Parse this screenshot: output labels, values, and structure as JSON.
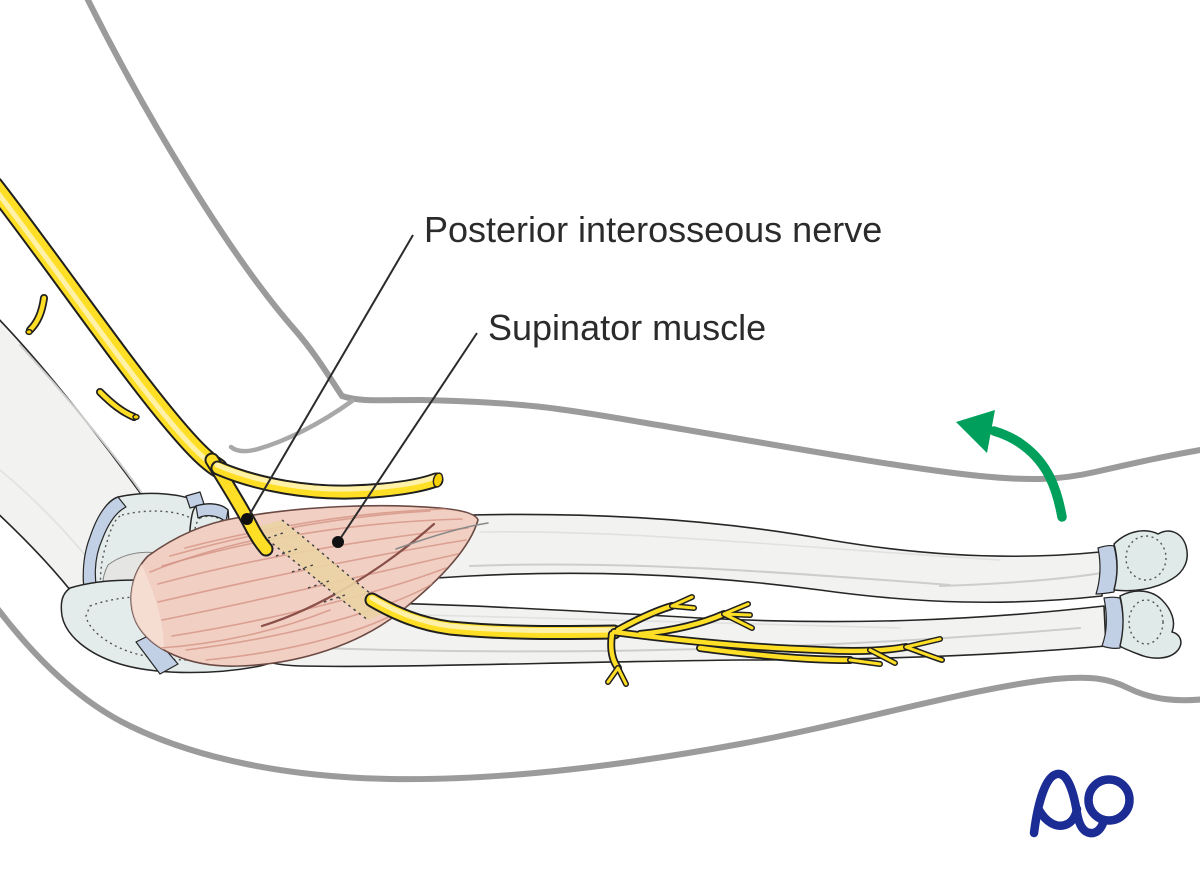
{
  "figure": {
    "type": "anatomical-illustration",
    "labels": {
      "nerve": "Posterior interosseous nerve",
      "muscle": "Supinator muscle"
    },
    "logo_text": "AO",
    "icons": {
      "supination_arrow": "curved-arrow-up-left",
      "leader_dot": "filled-circle"
    },
    "colors": {
      "background": "#FFFFFF",
      "skin_outline": "#9B9B9B",
      "bone_fill": "#F2F2F0",
      "bone_outline": "#262626",
      "cartilage_fill": "#E4ECEB",
      "cartilage_band": "#C2D0E5",
      "muscle_fill": "#F2CFC3",
      "muscle_fiber": "#D29082",
      "nerve_course_band": "#EBD3A4",
      "nerve_fill": "#FFDF26",
      "nerve_outline": "#1F1F1F",
      "arrow_green": "#00A05C",
      "logo_blue": "#1B2D94",
      "label_text": "#2B2B2B",
      "leader_line": "#2B2B2B"
    }
  }
}
